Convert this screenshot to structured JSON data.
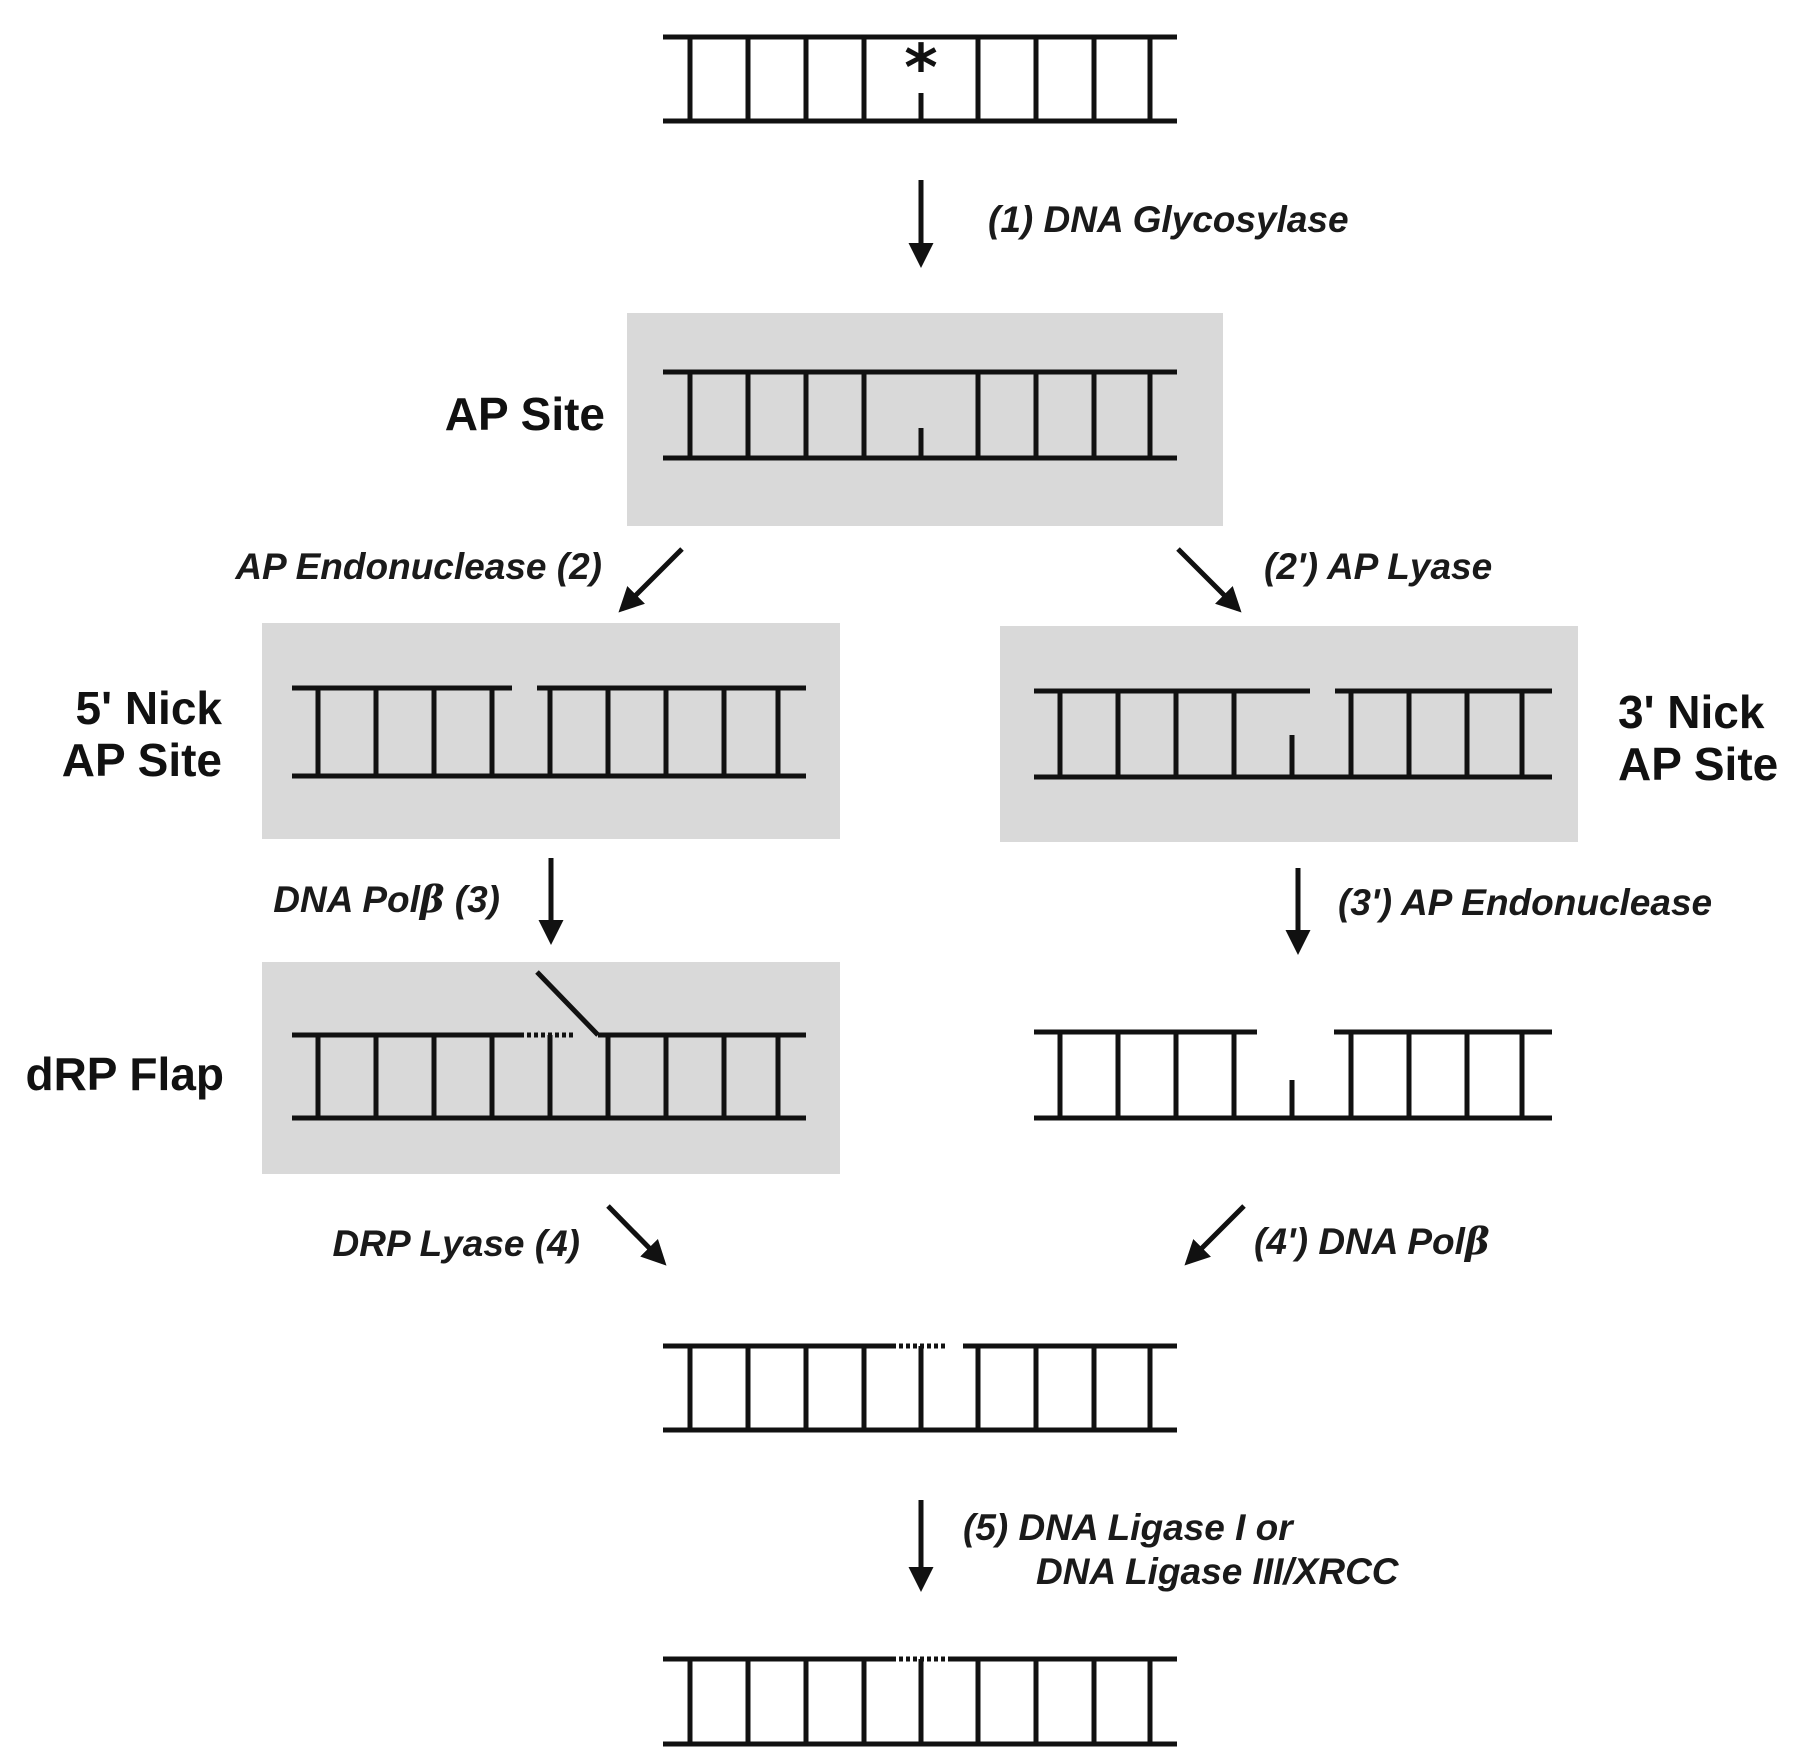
{
  "colors": {
    "ink": "#111111",
    "panel": "#d9d9d9",
    "background": "#ffffff"
  },
  "lesion_marker": "*",
  "steps": {
    "s1": {
      "number": "(1)",
      "enzyme": "DNA Glycosylase"
    },
    "s2": {
      "enzyme": "AP Endonuclease",
      "number": "(2)"
    },
    "s2p": {
      "number": "(2')",
      "enzyme": "AP Lyase"
    },
    "s3": {
      "enzyme": "DNA Pol",
      "greek": "β",
      "number": "(3)"
    },
    "s3p": {
      "number": "(3')",
      "enzyme": "AP Endonuclease"
    },
    "s4": {
      "enzyme": "DRP Lyase",
      "number": "(4)"
    },
    "s4p": {
      "number": "(4')",
      "enzyme": "DNA Pol",
      "greek": "β"
    },
    "s5": {
      "number": "(5)",
      "line1": "DNA Ligase I or",
      "line2": "DNA Ligase III/XRCC"
    }
  },
  "states": {
    "ap_site": "AP Site",
    "nick5": {
      "line1": "5' Nick",
      "line2": "AP Site"
    },
    "nick3": {
      "line1": "3' Nick",
      "line2": "AP Site"
    },
    "drp_flap": "dRP Flap"
  }
}
